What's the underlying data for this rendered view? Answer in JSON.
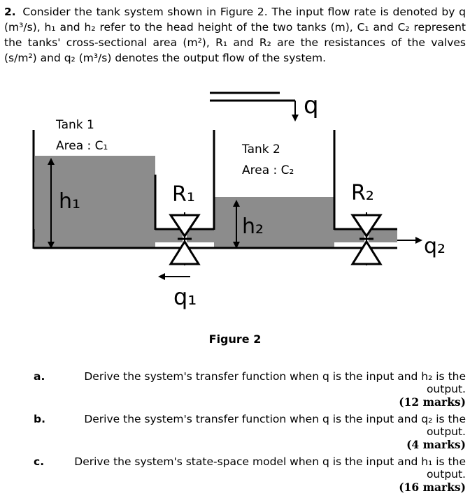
{
  "question": {
    "number": "2.",
    "text": "Consider the tank system shown in Figure 2. The input flow rate is denoted by q (m³/s), h₁ and h₂ refer to the head height of the two tanks (m), C₁ and C₂ represent the tanks' cross-sectional area (m²), R₁ and R₂ are the resistances of the valves (s/m²) and q₂ (m³/s) denotes the output flow of the system."
  },
  "figure": {
    "caption": "Figure 2",
    "tank1_title": "Tank 1",
    "tank1_area": "Area : C₁",
    "tank2_title": "Tank 2",
    "tank2_area": "Area : C₂",
    "label_h1": "h₁",
    "label_h2": "h₂",
    "label_R1": "R₁",
    "label_R2": "R₂",
    "label_q": "q",
    "label_q1": "q₁",
    "label_q2": "q₂",
    "water_color": "#8c8c8c"
  },
  "parts": [
    {
      "label": "a.",
      "text": "Derive the system's transfer function when q is the input and h₂ is the output.",
      "marks": "(12 marks)"
    },
    {
      "label": "b.",
      "text": "Derive the system's transfer function when q is the input and q₂ is the output.",
      "marks": "(4 marks)"
    },
    {
      "label": "c.",
      "text": "Derive the system's state-space model when q is the input and h₁ is the output.",
      "marks": "(16 marks)"
    }
  ]
}
